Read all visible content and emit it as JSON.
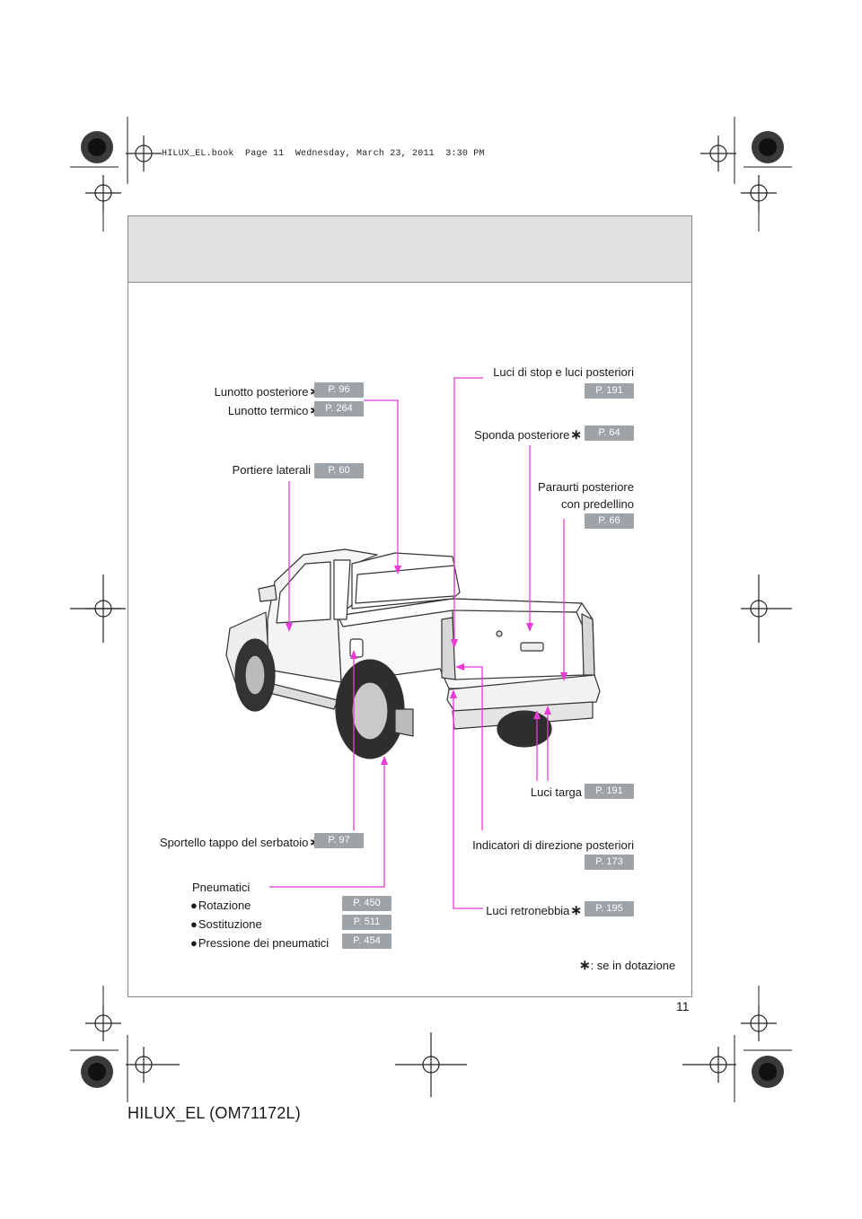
{
  "stamp": "HILUX_EL.book  Page 11  Wednesday, March 23, 2011  3:30 PM",
  "callouts": {
    "lunotto_posteriore": {
      "label": "Lunotto posteriore",
      "page": "P. 96"
    },
    "lunotto_termico": {
      "label": "Lunotto termico",
      "page": "P. 264"
    },
    "portiere_laterali": {
      "label": "Portiere laterali",
      "page": "P. 60"
    },
    "luci_stop": {
      "label": "Luci di stop e luci posteriori",
      "page": "P. 191"
    },
    "sponda_posteriore": {
      "label": "Sponda posteriore",
      "page": "P. 64"
    },
    "paraurti_line1": "Paraurti posteriore",
    "paraurti_line2": "con predellino",
    "paraurti_page": "P. 66",
    "sportello": {
      "label": "Sportello tappo del serbatoio",
      "page": "P. 97"
    },
    "luci_targa": {
      "label": "Luci targa",
      "page": "P. 191"
    },
    "indicatori": {
      "label": "Indicatori di direzione posteriori",
      "page": "P. 173"
    },
    "luci_retronebbia": {
      "label": "Luci retronebbia",
      "page": "P. 195"
    },
    "pneumatici": {
      "title": "Pneumatici",
      "items": [
        {
          "label": "Rotazione",
          "page": "P. 450"
        },
        {
          "label": "Sostituzione",
          "page": "P. 511"
        },
        {
          "label": "Pressione dei pneumatici",
          "page": "P. 454"
        }
      ]
    }
  },
  "asterisk": "∗",
  "bullet": "●",
  "footnote": ": se in dotazione",
  "page_number": "11",
  "footer_code": "HILUX_EL (OM71172L)",
  "colors": {
    "callout_line": "#e83bd6",
    "badge": "#9ea3a7",
    "header_band": "#e1e1e1"
  }
}
